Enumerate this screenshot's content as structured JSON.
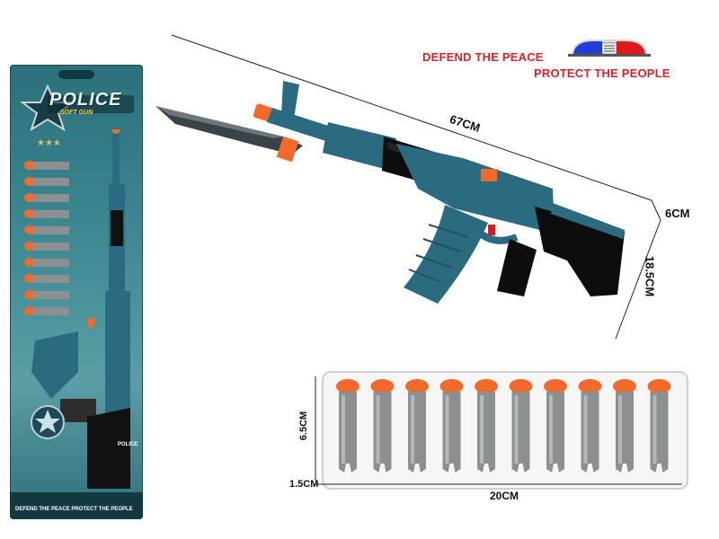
{
  "slogans": {
    "defend": "DEFEND THE PEACE",
    "protect": "PROTECT THE PEOPLE"
  },
  "dimensions": {
    "gun_length": "67CM",
    "gun_width": "6CM",
    "gun_height": "18.5CM",
    "dart_length": "6.5CM",
    "dart_width": "1.5CM",
    "pack_length": "20CM"
  },
  "package": {
    "logo": "POLICE",
    "subtitle": "SOFT GUN",
    "badge_text": "POLICE",
    "footer": "DEFEND THE PEACE  PROTECT THE PEOPLE"
  },
  "colors": {
    "gun_teal": "#2b6b80",
    "gun_black": "#111111",
    "dart_orange": "#f26a2a",
    "dart_grey": "#8d9090",
    "slogan_red": "#e0202a"
  },
  "darts": {
    "count": 10
  },
  "icons": [
    "police-light-bar-icon",
    "star-icon",
    "shield-badge-icon"
  ]
}
